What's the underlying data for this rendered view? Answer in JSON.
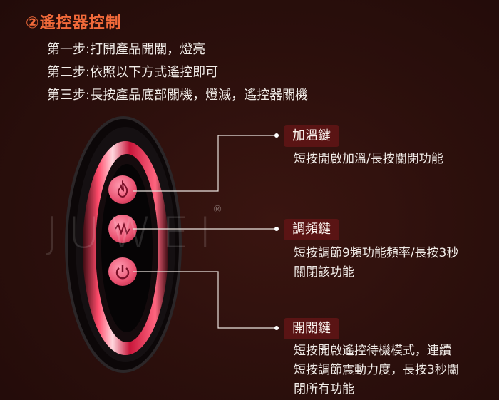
{
  "title": "②遙控器控制",
  "steps": [
    "第一步:打開產品開關，燈亮",
    "第二步:依照以下方式遙控即可",
    "第三步:長按產品底部關機，燈滅，遙控器關機"
  ],
  "watermark": "JUWEI",
  "watermark_mark": "®",
  "buttons": [
    {
      "label": "加溫鍵",
      "desc": [
        "短按開啟加溫/長按關閉功能"
      ],
      "icon": "flame-icon"
    },
    {
      "label": "調頻鍵",
      "desc": [
        "短按調節9頻功能頻率/長按3秒",
        "關閉該功能"
      ],
      "icon": "wave-icon"
    },
    {
      "label": "開關鍵",
      "desc": [
        "短按開啟遙控待機模式，連續",
        "短按調節震動力度，長按3秒關",
        "閉所有功能"
      ],
      "icon": "power-icon"
    }
  ],
  "colors": {
    "background": "#2a100d",
    "title": "#f26a3a",
    "pill": "#5a1414",
    "button_pink": "#e8506f",
    "shell_red": "#c8163a"
  }
}
